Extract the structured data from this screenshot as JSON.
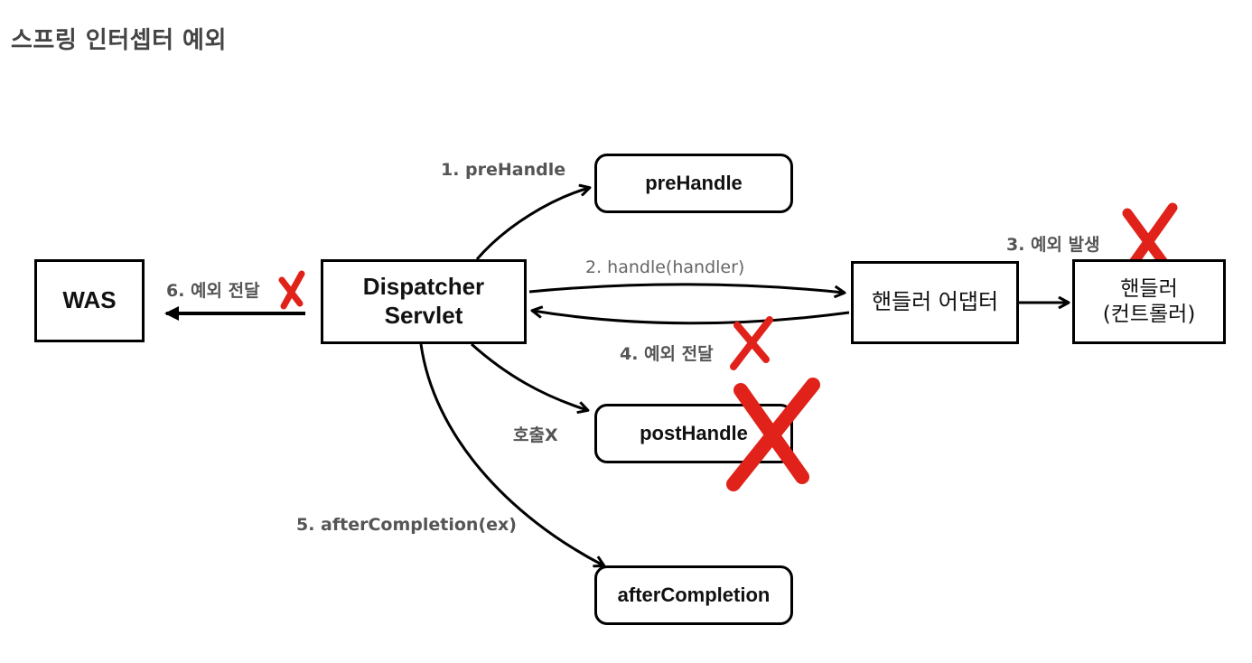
{
  "title": "스프링 인터셉터 예외",
  "nodes": {
    "was": "WAS",
    "dispatcher": "Dispatcher\nServlet",
    "pre_handle": "preHandle",
    "post_handle": "postHandle",
    "after_completion": "afterCompletion",
    "handler_adapter": "핸들러 어댑터",
    "handler": "핸들러\n(컨트롤러)"
  },
  "edges": {
    "pre_handle_call": "1. preHandle",
    "handle_call": "2. handle(handler)",
    "exception_occurs": "3. 예외 발생",
    "exception_to_dispatcher": "4. 예외 전달",
    "after_completion_call": "5. afterCompletion(ex)",
    "exception_to_was": "6. 예외 전달",
    "post_handle_skipped": "호출X"
  },
  "colors": {
    "stroke": "#000000",
    "cross_mark": "#e0221a",
    "label": "#555555"
  }
}
